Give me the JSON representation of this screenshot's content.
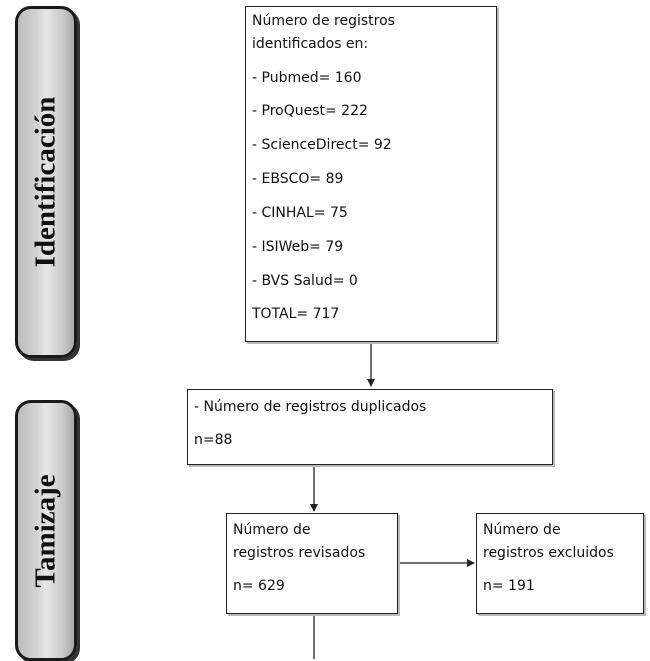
{
  "stages": {
    "identification": "Identificación",
    "screening": "Tamizaje"
  },
  "identified_box": {
    "title_line1": "Número de registros",
    "title_line2": "identificados en:",
    "sources": [
      "- Pubmed= 160",
      "- ProQuest= 222",
      "- ScienceDirect= 92",
      "- EBSCO= 89",
      "- CINHAL= 75",
      "- ISIWeb= 79",
      "- BVS Salud= 0"
    ],
    "total": "TOTAL= 717"
  },
  "duplicates_box": {
    "label": "- Número de registros duplicados",
    "count": "n=88"
  },
  "reviewed_box": {
    "line1": "Número de",
    "line2": "registros revisados",
    "count": "n= 629"
  },
  "excluded_box": {
    "line1": "Número de",
    "line2": "registros excluidos",
    "count": "n= 191"
  }
}
